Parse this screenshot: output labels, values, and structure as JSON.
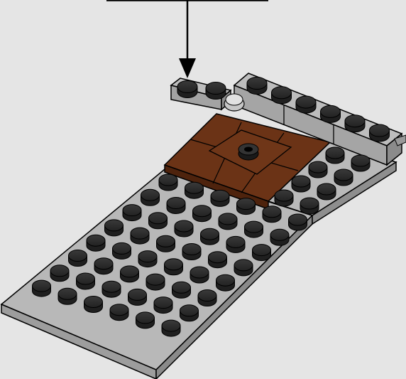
{
  "diagram": {
    "background_color": "#e5e5e5",
    "step_indicator": {
      "type": "arrow-down"
    },
    "parts": [
      {
        "name": "plate-2x1-new",
        "color": "#b5b5b5"
      },
      {
        "name": "plate-6x16",
        "color": "#b8b8b8"
      },
      {
        "name": "tile-brown-area",
        "color": "#6b3316"
      },
      {
        "name": "plate-2x2-brown-center",
        "color": "#6b3316"
      },
      {
        "name": "brick-1x6-top",
        "color": "#b6b6b6"
      }
    ],
    "colors": {
      "light_gray": "#b8b8b8",
      "stud_dark": "#2c2c2c",
      "brown": "#6b3316",
      "outline": "#000000"
    }
  }
}
